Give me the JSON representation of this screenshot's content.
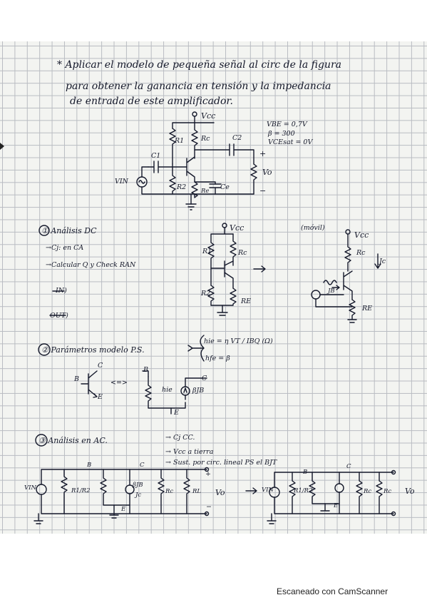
{
  "colors": {
    "ink": "#14182a",
    "grid": "#b9bcc2",
    "paper": "#f3f4f1"
  },
  "header": {
    "line1": "* Aplicar el modelo de pequeña señal al circ de la figura",
    "line2": "para obtener la ganancia en tensión y la impedancia",
    "line3": "de entrada de este amplificador."
  },
  "circuit1": {
    "vcc": "Vcc",
    "r1": "R1",
    "rc": "Rc",
    "c1": "C1",
    "c2": "C2",
    "r2": "R2",
    "re": "Re",
    "ce": "Ce",
    "vin": "VIN",
    "vo": "Vo",
    "plus": "+",
    "minus": "−",
    "params": [
      "VBE = 0,7V",
      "β = 300",
      "VCEsat = 0V"
    ]
  },
  "section1": {
    "title": "① Análisis DC",
    "step_a": "→Cj: en CA",
    "step_b": "→Calcular Q y Check RAN",
    "in_label": "IN)",
    "out_label": "OUT)",
    "vcc": "Vcc",
    "r1": "R1",
    "rc": "Rc",
    "r2": "R2",
    "re": "RE",
    "movil": "(móvil)",
    "vcc2": "Vcc",
    "rc2": "Rc",
    "jc": "Jc",
    "jb": "JB",
    "re2": "RE"
  },
  "section2": {
    "title": "② Parámetros modelo P.S.",
    "hie": "hie = η VT / IBQ  (Ω)",
    "hfe": "hfe = β",
    "b": "B",
    "c": "C",
    "e": "E",
    "arrow": "<=>",
    "b2": "B",
    "c2": "C",
    "e2": "E",
    "hie_label": "hie",
    "beta_jb": "βJB"
  },
  "section3": {
    "title": "③ Análisis en AC.",
    "notes": [
      "→ Cj CC.",
      "→ Vcc a tierra",
      "→ Sust. por circ. lineal PS el BJT"
    ],
    "vin": "VIN",
    "b": "B",
    "c": "C",
    "e": "E",
    "r12": "R1/R2",
    "betajb": "βJB",
    "jc": "Jc",
    "rc": "Rc",
    "rl": "RL",
    "vo": "Vo",
    "plus": "+",
    "minus": "−",
    "b2": "B",
    "c2": "C",
    "e2": "E",
    "vin2": "VIN",
    "r12b": "R1/R2",
    "rc2": "Rc",
    "rl2": "Rc",
    "vo2": "Vo"
  },
  "footer": {
    "scanner": "Escaneado con CamScanner"
  }
}
